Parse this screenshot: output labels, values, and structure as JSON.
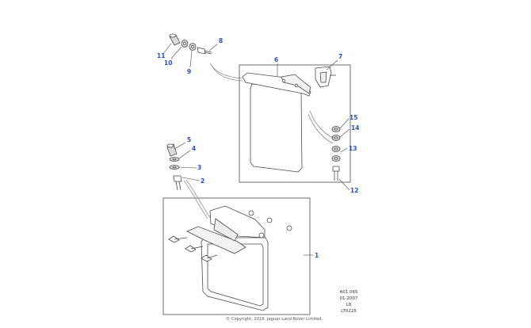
{
  "colors": {
    "callout": "#2450c8",
    "line": "#4a4a4a",
    "part_fill": "#ffffff",
    "hardware_fill": "#d9d9d9",
    "background": "#ffffff"
  },
  "callouts": {
    "c1": "1",
    "c2": "2",
    "c3": "3",
    "c4": "4",
    "c5": "5",
    "c6": "6",
    "c7": "7",
    "c8": "8",
    "c9": "9",
    "c10": "10",
    "c11": "11",
    "c12": "12",
    "c13": "13",
    "c14": "14",
    "c15": "15"
  },
  "reference_block": {
    "line1": "A01.065",
    "line2": "01-2007",
    "line3": "L8",
    "line4": "LT0225"
  },
  "copyright": "© Copyright, 2016. Jaguar Land Rover Limited."
}
